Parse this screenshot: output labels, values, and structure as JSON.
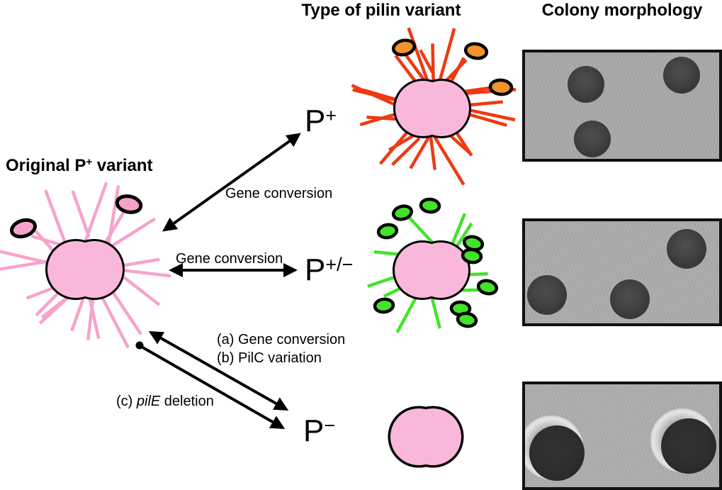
{
  "figure": {
    "column_headers": {
      "pilin_variant": "Type of pilin variant",
      "colony_morphology": "Colony morphology"
    },
    "original_variant": {
      "label_prefix": "Original P",
      "label_sup": "+",
      "label_suffix": " variant"
    },
    "variant_labels": {
      "p_plus": {
        "base": "P",
        "sup": "+"
      },
      "p_plus_minus": {
        "base": "P",
        "sup": "+/−"
      },
      "p_minus": {
        "base": "P",
        "sup": "−"
      }
    },
    "transition_labels": {
      "top_gene_conversion": "Gene conversion",
      "middle_gene_conversion": "Gene conversion",
      "bottom_a": "(a) Gene conversion",
      "bottom_b": "(b) PilC variation",
      "bottom_c_prefix": "(c) ",
      "bottom_c_gene": "pilE",
      "bottom_c_suffix": " deletion"
    },
    "colors": {
      "cell_fill": "#F9B8DA",
      "cell_outline": "#000000",
      "original_pili": "#F6A3CB",
      "p_plus_pili": "#EE3A12",
      "p_plus_pilin_subunits": "#F2932D",
      "p_plus_minus_pili": "#43E32A",
      "p_plus_minus_pilin_subunits": "#43E32A",
      "colony_photo_background": "#A8A8A8",
      "colony_spot": "#3F3F3F"
    },
    "colony_photos": {
      "p_plus": {
        "colony_count": 3
      },
      "p_plus_minus": {
        "colony_count": 3
      },
      "p_minus": {
        "colony_count": 2
      }
    }
  }
}
